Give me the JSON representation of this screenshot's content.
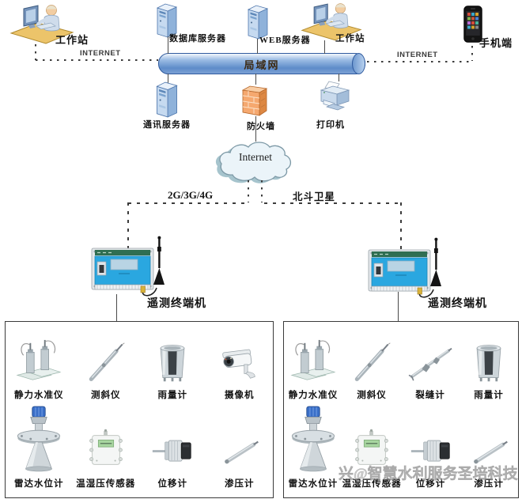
{
  "top_row": {
    "workstation_left": "工作站",
    "database_server": "数据库服务器",
    "web_server": "WEB服务器",
    "workstation_right": "工作站",
    "mobile": "手机端"
  },
  "links": {
    "internet_left": "INTERNET",
    "internet_right": "INTERNET",
    "lan": "局域网",
    "cloud": "Internet",
    "cellular": "2G/3G/4G",
    "satellite": "北斗卫星"
  },
  "mid_row": {
    "comm_server": "通讯服务器",
    "firewall": "防火墙",
    "printer": "打印机"
  },
  "terminals": {
    "left": "遥测终端机",
    "right": "遥测终端机"
  },
  "sensor_boxes": [
    {
      "items": [
        {
          "icon": "static-level-icon",
          "label": "静力水准仪"
        },
        {
          "icon": "inclinometer-icon",
          "label": "测斜仪"
        },
        {
          "icon": "rain-gauge-icon",
          "label": "雨量计"
        },
        {
          "icon": "camera-icon",
          "label": "摄像机"
        },
        {
          "icon": "radar-level-icon",
          "label": "雷达水位计"
        },
        {
          "icon": "temp-humidity-pressure-icon",
          "label": "温湿压传感器"
        },
        {
          "icon": "displacement-icon",
          "label": "位移计"
        },
        {
          "icon": "piezometer-icon",
          "label": "渗压计"
        }
      ]
    },
    {
      "items": [
        {
          "icon": "static-level-icon",
          "label": "静力水准仪"
        },
        {
          "icon": "inclinometer-icon",
          "label": "测斜仪"
        },
        {
          "icon": "crack-meter-icon",
          "label": "裂缝计"
        },
        {
          "icon": "rain-gauge-icon",
          "label": "雨量计"
        },
        {
          "icon": "radar-level-icon",
          "label": "雷达水位计"
        },
        {
          "icon": "temp-humidity-pressure-icon",
          "label": "温湿压传感器"
        },
        {
          "icon": "displacement-icon",
          "label": "位移计"
        },
        {
          "icon": "piezometer-icon",
          "label": "渗压计"
        }
      ]
    }
  ],
  "watermark": "兴@智慧水利服务圣培科技",
  "colors": {
    "terminal_blue": "#2aa7e0",
    "lan_pipe_blue": "#5e8cc9",
    "firewall_orange": "#f5a86f"
  }
}
